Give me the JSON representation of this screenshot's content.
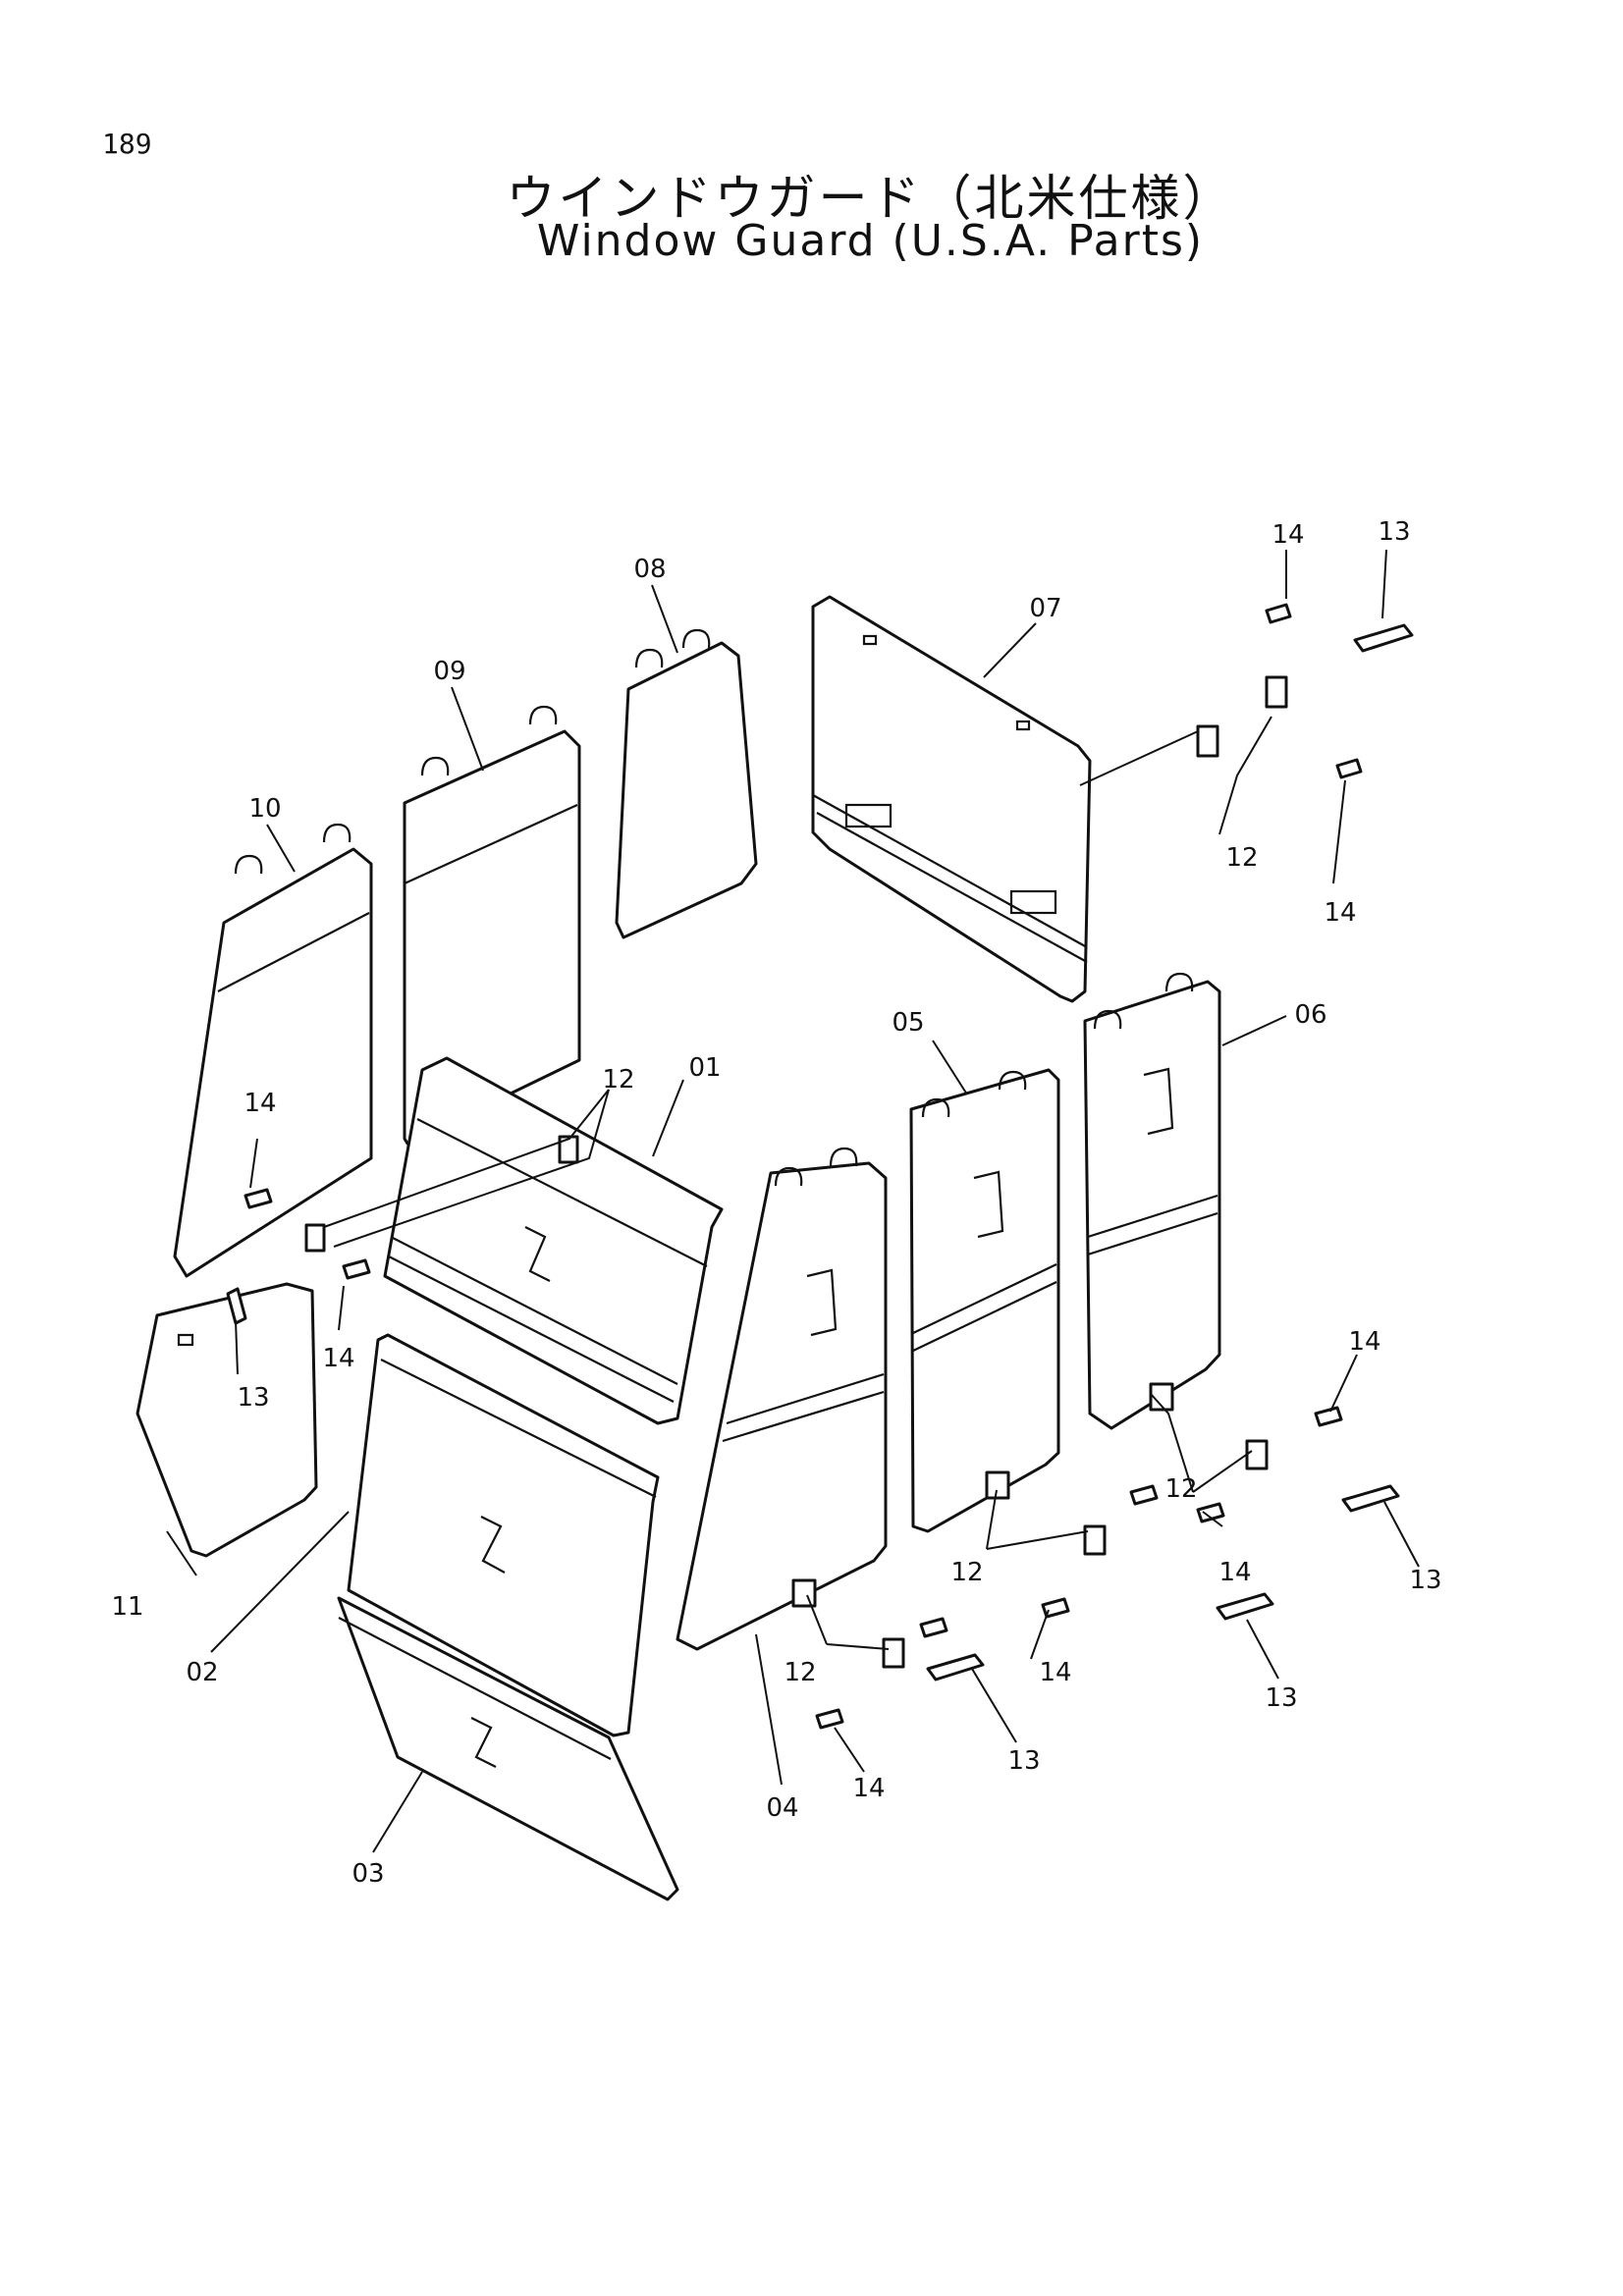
{
  "page_number": "189",
  "title_jp": "ウインドウガード（北米仕様）",
  "title_en": "Window Guard (U.S.A. Parts)",
  "labels": {
    "p01": "01",
    "p02": "02",
    "p03": "03",
    "p04": "04",
    "p05": "05",
    "p06": "06",
    "p07": "07",
    "p08": "08",
    "p09": "09",
    "p10": "10",
    "p11": "11",
    "p12": "12",
    "p13": "13",
    "p14": "14"
  }
}
